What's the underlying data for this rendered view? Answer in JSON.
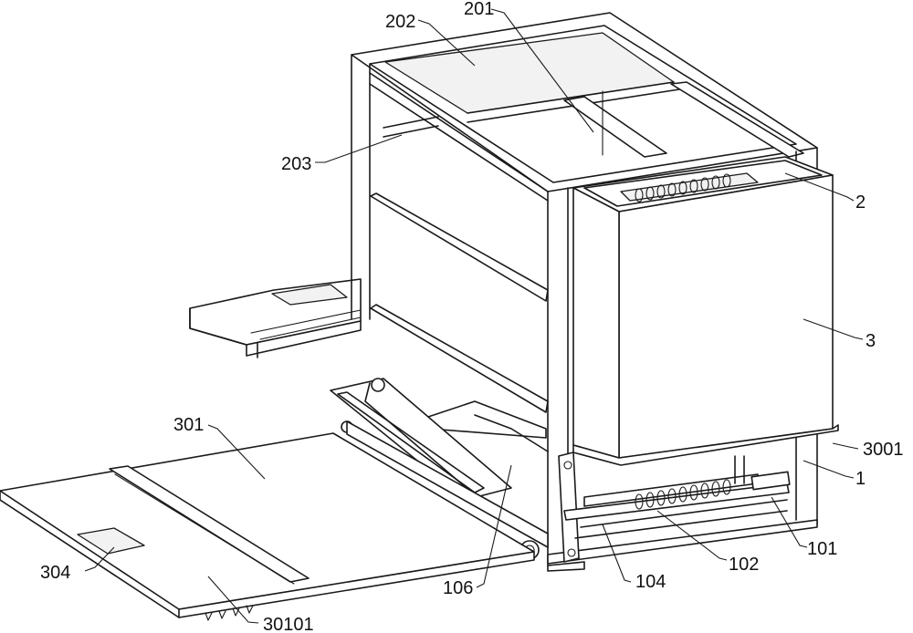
{
  "labels": {
    "l201": "201",
    "l202": "202",
    "l203": "203",
    "l2": "2",
    "l3": "3",
    "l3001": "3001",
    "l1": "1",
    "l101": "101",
    "l102": "102",
    "l104": "104",
    "l106": "106",
    "l301": "301",
    "l304": "304",
    "l30101": "30101"
  }
}
